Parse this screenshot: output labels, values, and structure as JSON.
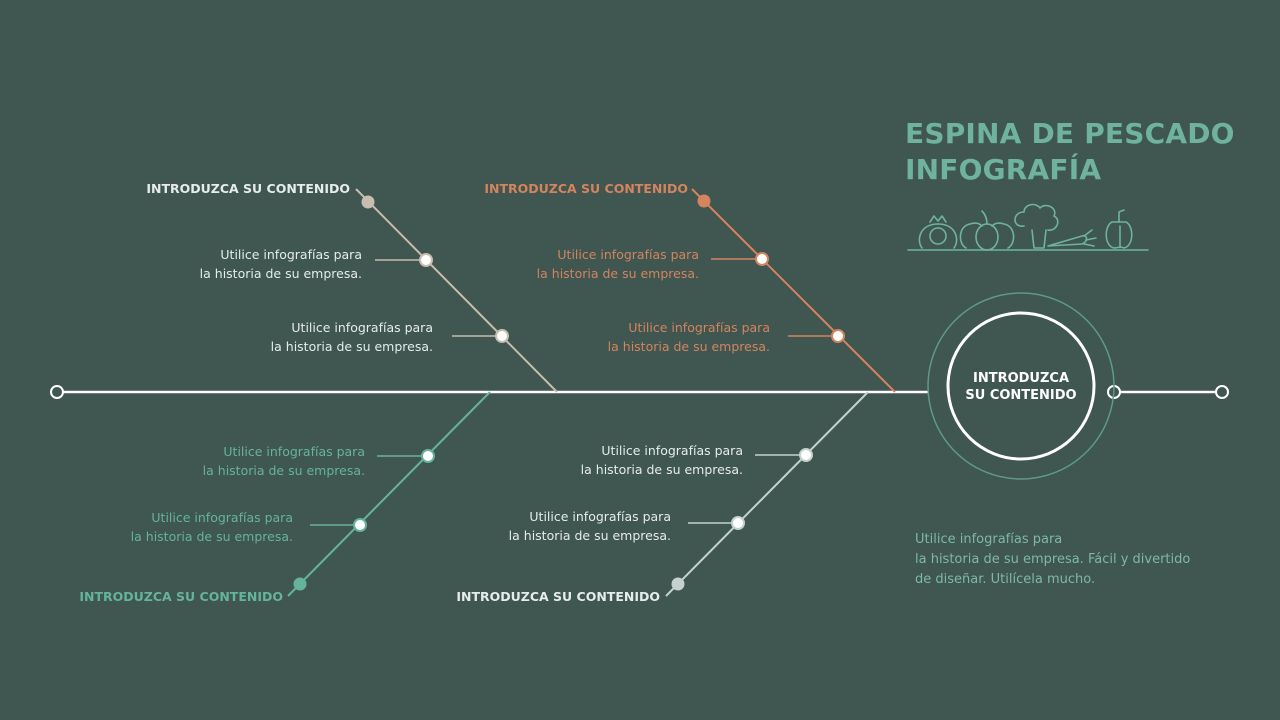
{
  "title": {
    "line1": "ESPINA DE PESCADO",
    "line2": "INFOGRAFÍA"
  },
  "center": {
    "line1": "INTRODUZCA",
    "line2": "SU CONTENIDO"
  },
  "branches": [
    {
      "label": "INTRODUZCA SU CONTENIDO",
      "color": "#c9bcb0",
      "items": [
        {
          "line1": "Utilice infografías para",
          "line2": "la historia de su empresa."
        },
        {
          "line1": "Utilice infografías para",
          "line2": "la historia de su empresa."
        }
      ]
    },
    {
      "label": "INTRODUZCA SU CONTENIDO",
      "color": "#d4845e",
      "items": [
        {
          "line1": "Utilice infografías para",
          "line2": "la historia de su empresa."
        },
        {
          "line1": "Utilice infografías para",
          "line2": "la historia de su empresa."
        }
      ]
    },
    {
      "label": "INTRODUZCA SU CONTENIDO",
      "color": "#66b39c",
      "items": [
        {
          "line1": "Utilice infografías para",
          "line2": "la historia de su empresa."
        },
        {
          "line1": "Utilice infografías para",
          "line2": "la historia de su empresa."
        }
      ]
    },
    {
      "label": "INTRODUZCA SU CONTENIDO",
      "color": "#c4d1cd",
      "items": [
        {
          "line1": "Utilice infografías para",
          "line2": "la historia de su empresa."
        },
        {
          "line1": "Utilice infografías para",
          "line2": "la historia de su empresa."
        }
      ]
    }
  ],
  "footnote": {
    "line1": "Utilice infografías para",
    "line2": "la historia de su empresa. Fácil y divertido",
    "line3": "de diseñar. Utilícela mucho."
  },
  "colors": {
    "background": "#3f5651",
    "spine": "#ffffff",
    "title": "#6fb39f",
    "ring": "#5f9a89",
    "footnote": "#7fb8a7",
    "light_text": "#e6ecea",
    "orange_text": "#d4845e",
    "green_text": "#66b39c",
    "vegetables": "#6fb39f"
  },
  "icons": [
    "tomato-icon",
    "pumpkin-icon",
    "broccoli-icon",
    "carrot-icon",
    "pepper-icon"
  ]
}
